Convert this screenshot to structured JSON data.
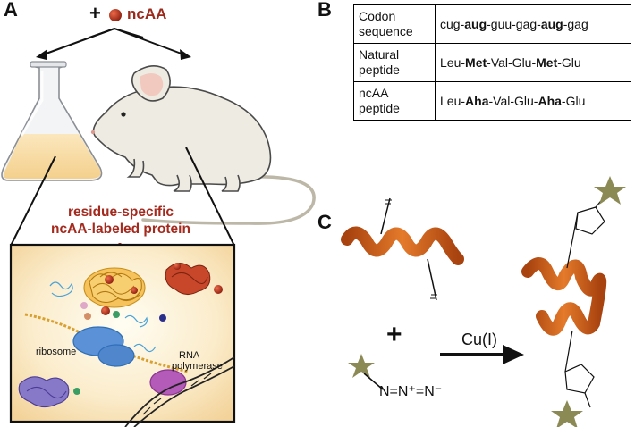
{
  "panels": {
    "a": "A",
    "b": "B",
    "c": "C"
  },
  "panel_a": {
    "plus": "+",
    "ncaa": "ncAA",
    "protein_title_line1": "residue-specific",
    "protein_title_line2": "ncAA-labeled protein",
    "ribosome": "ribosome",
    "rna_line1": "RNA",
    "rna_line2": "polymerase"
  },
  "panel_b": {
    "rows": [
      {
        "h1": "Codon",
        "h2": "sequence",
        "parts": [
          [
            "cug-",
            false
          ],
          [
            "aug",
            true
          ],
          [
            "-guu-gag-",
            false
          ],
          [
            "aug",
            true
          ],
          [
            "-gag",
            false
          ]
        ]
      },
      {
        "h1": "Natural",
        "h2": "peptide",
        "parts": [
          [
            "Leu-",
            false
          ],
          [
            "Met",
            true
          ],
          [
            "-Val-Glu-",
            false
          ],
          [
            "Met",
            true
          ],
          [
            "-Glu",
            false
          ]
        ]
      },
      {
        "h1": "ncAA",
        "h2": "peptide",
        "parts": [
          [
            "Leu-",
            false
          ],
          [
            "Aha",
            true
          ],
          [
            "-Val-Glu-",
            false
          ],
          [
            "Aha",
            true
          ],
          [
            "-Glu",
            false
          ]
        ]
      }
    ]
  },
  "panel_c": {
    "plus": "+",
    "catalyst": "Cu(I)",
    "azide": "N=N⁺=N⁻"
  },
  "colors": {
    "ncaa_red": "#a42a1e",
    "helix_orange": "#d2691e",
    "star_olive": "#8b8a55"
  }
}
